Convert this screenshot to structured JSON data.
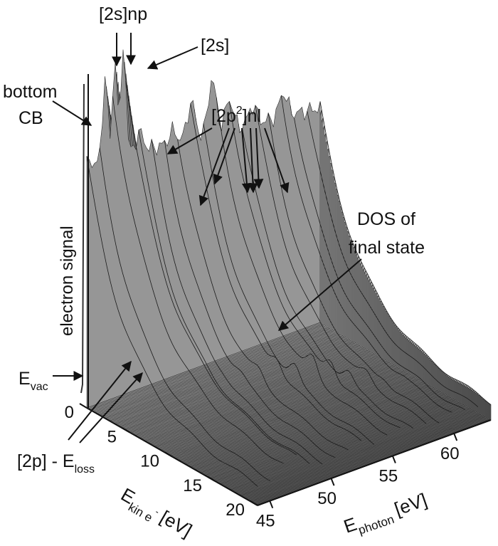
{
  "chart_data": {
    "type": "area",
    "title": "",
    "zlabel": "electron signal",
    "x_axis": {
      "label_main": "E",
      "label_sub": "kin e",
      "label_sup": "-",
      "label_unit": "[eV]",
      "range": [
        0,
        20
      ],
      "ticks": [
        0,
        5,
        10,
        15,
        20
      ]
    },
    "y_axis": {
      "label_main": "E",
      "label_sub": "photon",
      "label_unit": "[eV]",
      "range": [
        44,
        63
      ],
      "ticks": [
        45,
        50,
        55,
        60
      ]
    },
    "annotations": {
      "np": "[2s]np",
      "s2": "[2s]",
      "bottom": "bottom",
      "cb": "CB",
      "p2_pre": "[2p",
      "p2_sup": "2",
      "p2_post": "]nl",
      "dos1": "DOS of",
      "dos2": "final state",
      "evac_main": "E",
      "evac_sub": "vac",
      "loss_main": "[2p] - E",
      "loss_sub": "loss"
    },
    "series_shape": {
      "peaks_photon_eV": [
        45.5,
        46.3,
        47.0,
        48.3,
        49.8,
        51.0,
        52.5,
        54.2,
        55.6,
        57.5,
        60.0
      ],
      "peaks_height": [
        0.82,
        0.86,
        0.9,
        0.58,
        0.52,
        0.56,
        0.64,
        0.7,
        0.62,
        0.58,
        0.6
      ],
      "dos_feature_photon_eV": 54.5
    }
  }
}
